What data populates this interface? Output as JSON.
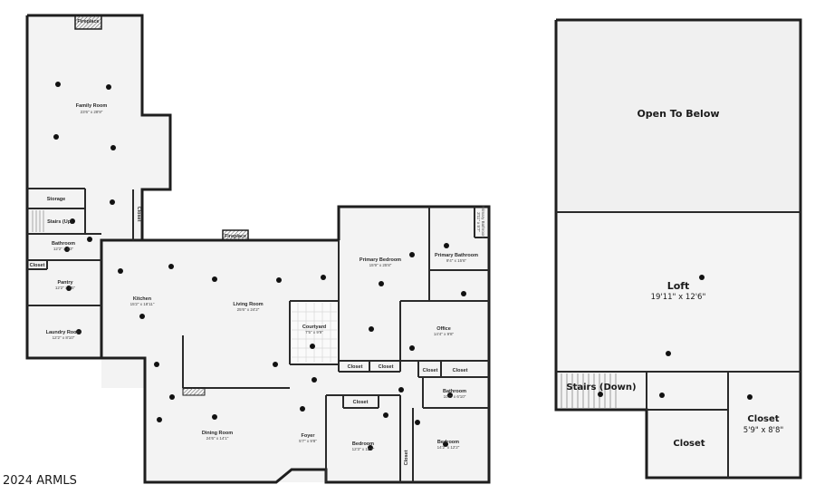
{
  "rooms": {
    "fireplace_top": "Fireplace",
    "family_room": {
      "name": "Family Room",
      "dim": "23'6\" x 28'9\""
    },
    "storage": "Storage",
    "closet_family": "Closet",
    "stairs_up": "Stairs (Up)",
    "bathroom_left": {
      "name": "Bathroom",
      "dim": "12'2\" x 6'3\""
    },
    "closet_left": "Closet",
    "pantry": {
      "name": "Pantry",
      "dim": "12'2\" x 7'5\""
    },
    "laundry": {
      "name": "Laundry Room",
      "dim": "12'2\" x 8'10\""
    },
    "kitchen": {
      "name": "Kitchen",
      "dim": "15'2\" x 18'11\""
    },
    "fireplace_living": "Fireplace",
    "living_room": {
      "name": "Living Room",
      "dim": "25'6\" x 24'2\""
    },
    "courtyard": {
      "name": "Courtyard",
      "dim": "7'5\" x 9'9\""
    },
    "primary_bedroom": {
      "name": "Primary Bedroom",
      "dim": "15'9\" x 25'8\""
    },
    "primary_bathroom": {
      "name": "Primary Bathroom",
      "dim": "9'4\" x 15'6\""
    },
    "primary_toilet": {
      "name": "Primary Bathroom",
      "dim": "3'11\" x 5'7\""
    },
    "office": {
      "name": "Office",
      "dim": "14'4\" x 9'8\""
    },
    "closet_c1": "Closet",
    "closet_c2": "Closet",
    "closet_c3": "Closet",
    "closet_c4": "Closet",
    "bathroom_right": {
      "name": "Bathroom",
      "dim": "10'7\" x 6'10\""
    },
    "dining": {
      "name": "Dining Room",
      "dim": "24'6\" x 14'1\""
    },
    "foyer": {
      "name": "Foyer",
      "dim": "5'7\" x 9'8\""
    },
    "closet_bed1": "Closet",
    "bedroom1": {
      "name": "Bedroom",
      "dim": "12'3\" x 12'7\""
    },
    "bedroom2": {
      "name": "Bedroom",
      "dim": "14'2\" x 12'2\""
    },
    "closet_bed2": "Closet"
  },
  "loft": {
    "open_to_below": "Open To Below",
    "loft": {
      "name": "Loft",
      "dim": "19'11\" x 12'6\""
    },
    "stairs_down": "Stairs (Down)",
    "closet_small": "Closet",
    "closet_large": {
      "name": "Closet",
      "dim": "5'9\" x 8'8\""
    }
  },
  "watermark": "2024 ARMLS"
}
